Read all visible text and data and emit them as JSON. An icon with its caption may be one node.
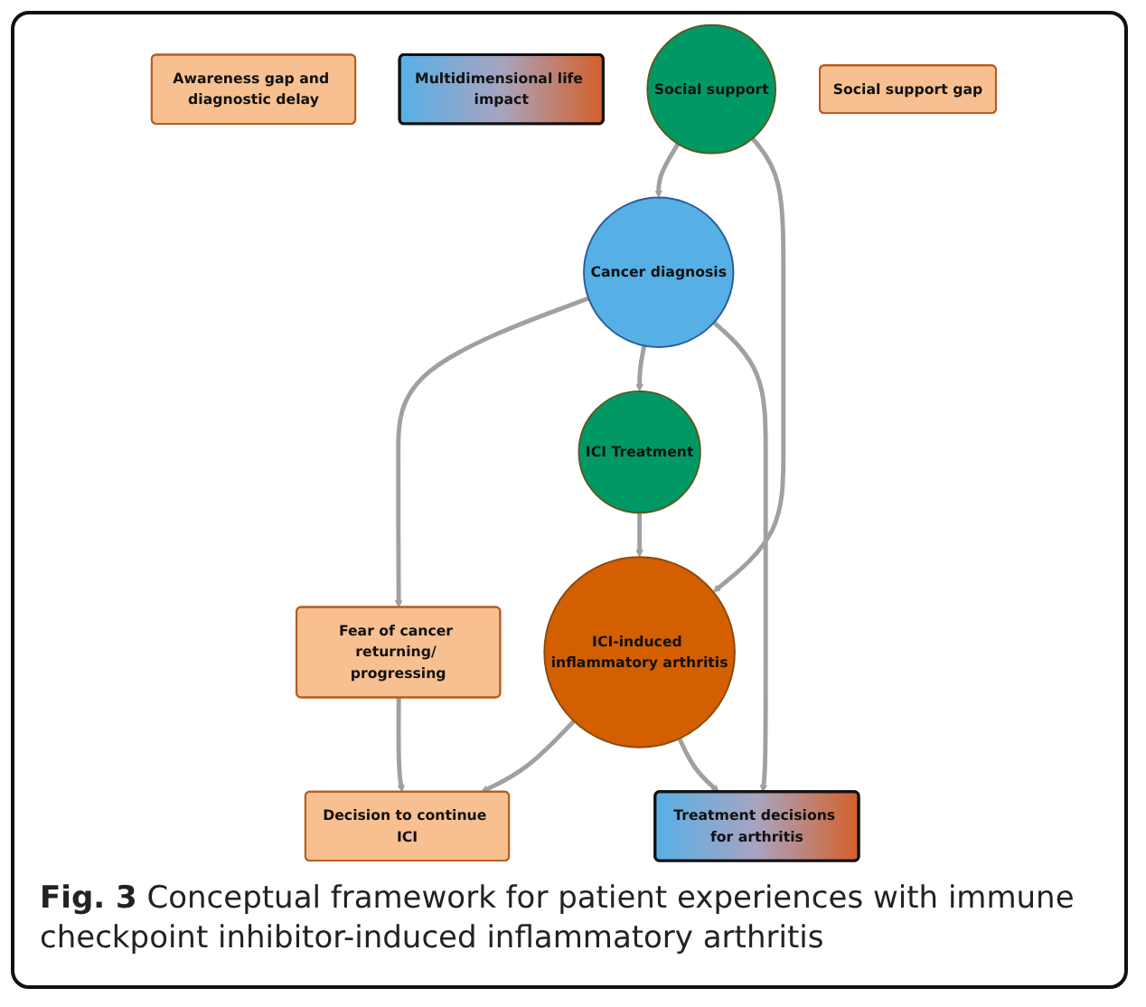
{
  "diagram": {
    "caption": "**Fig. 3** Conceptual framework for patient experiences with immune checkpoint inhibitor-induced inflammatory arthritis",
    "nodes": [
      {
        "text": [
          "Fear of cancer returning/ progressing"
        ]
      },
      {
        "text": [
          "Decision to continue ICI"
        ]
      },
      {
        "text": [
          "Awareness gap and diagnostic delay"
        ]
      },
      {
        "text": [
          "ICI Treatment"
        ]
      },
      {
        "text": [
          "Cancer diagnosis"
        ]
      },
      {
        "text": [
          "Treatment decisions for arthritis"
        ]
      },
      {
        "text": [
          "ICI-induced inflammatory arthritis"
        ]
      },
      {
        "text": [
          "Multidimensional life impact"
        ]
      },
      {
        "text": [
          "Social support"
        ]
      },
      {
        "text": [
          "Social support gap"
        ]
      }
    ],
    "edges": [
      {
        "from": 4,
        "to": 0,
        "arrow": "to"
      },
      {
        "from": 0,
        "to": 1,
        "arrow": "to"
      },
      {
        "from": 6,
        "to": 1,
        "arrow": "to"
      },
      {
        "from": 4,
        "to": 3,
        "arrow": "to"
      },
      {
        "from": 3,
        "to": 6,
        "arrow": "to"
      },
      {
        "from": 4,
        "to": 5,
        "arrow": "to"
      },
      {
        "from": 6,
        "to": 5,
        "arrow": "to"
      },
      {
        "from": 8,
        "to": 4,
        "arrow": "to"
      },
      {
        "from": 8,
        "to": 6,
        "arrow": "to"
      }
    ]
  }
}
